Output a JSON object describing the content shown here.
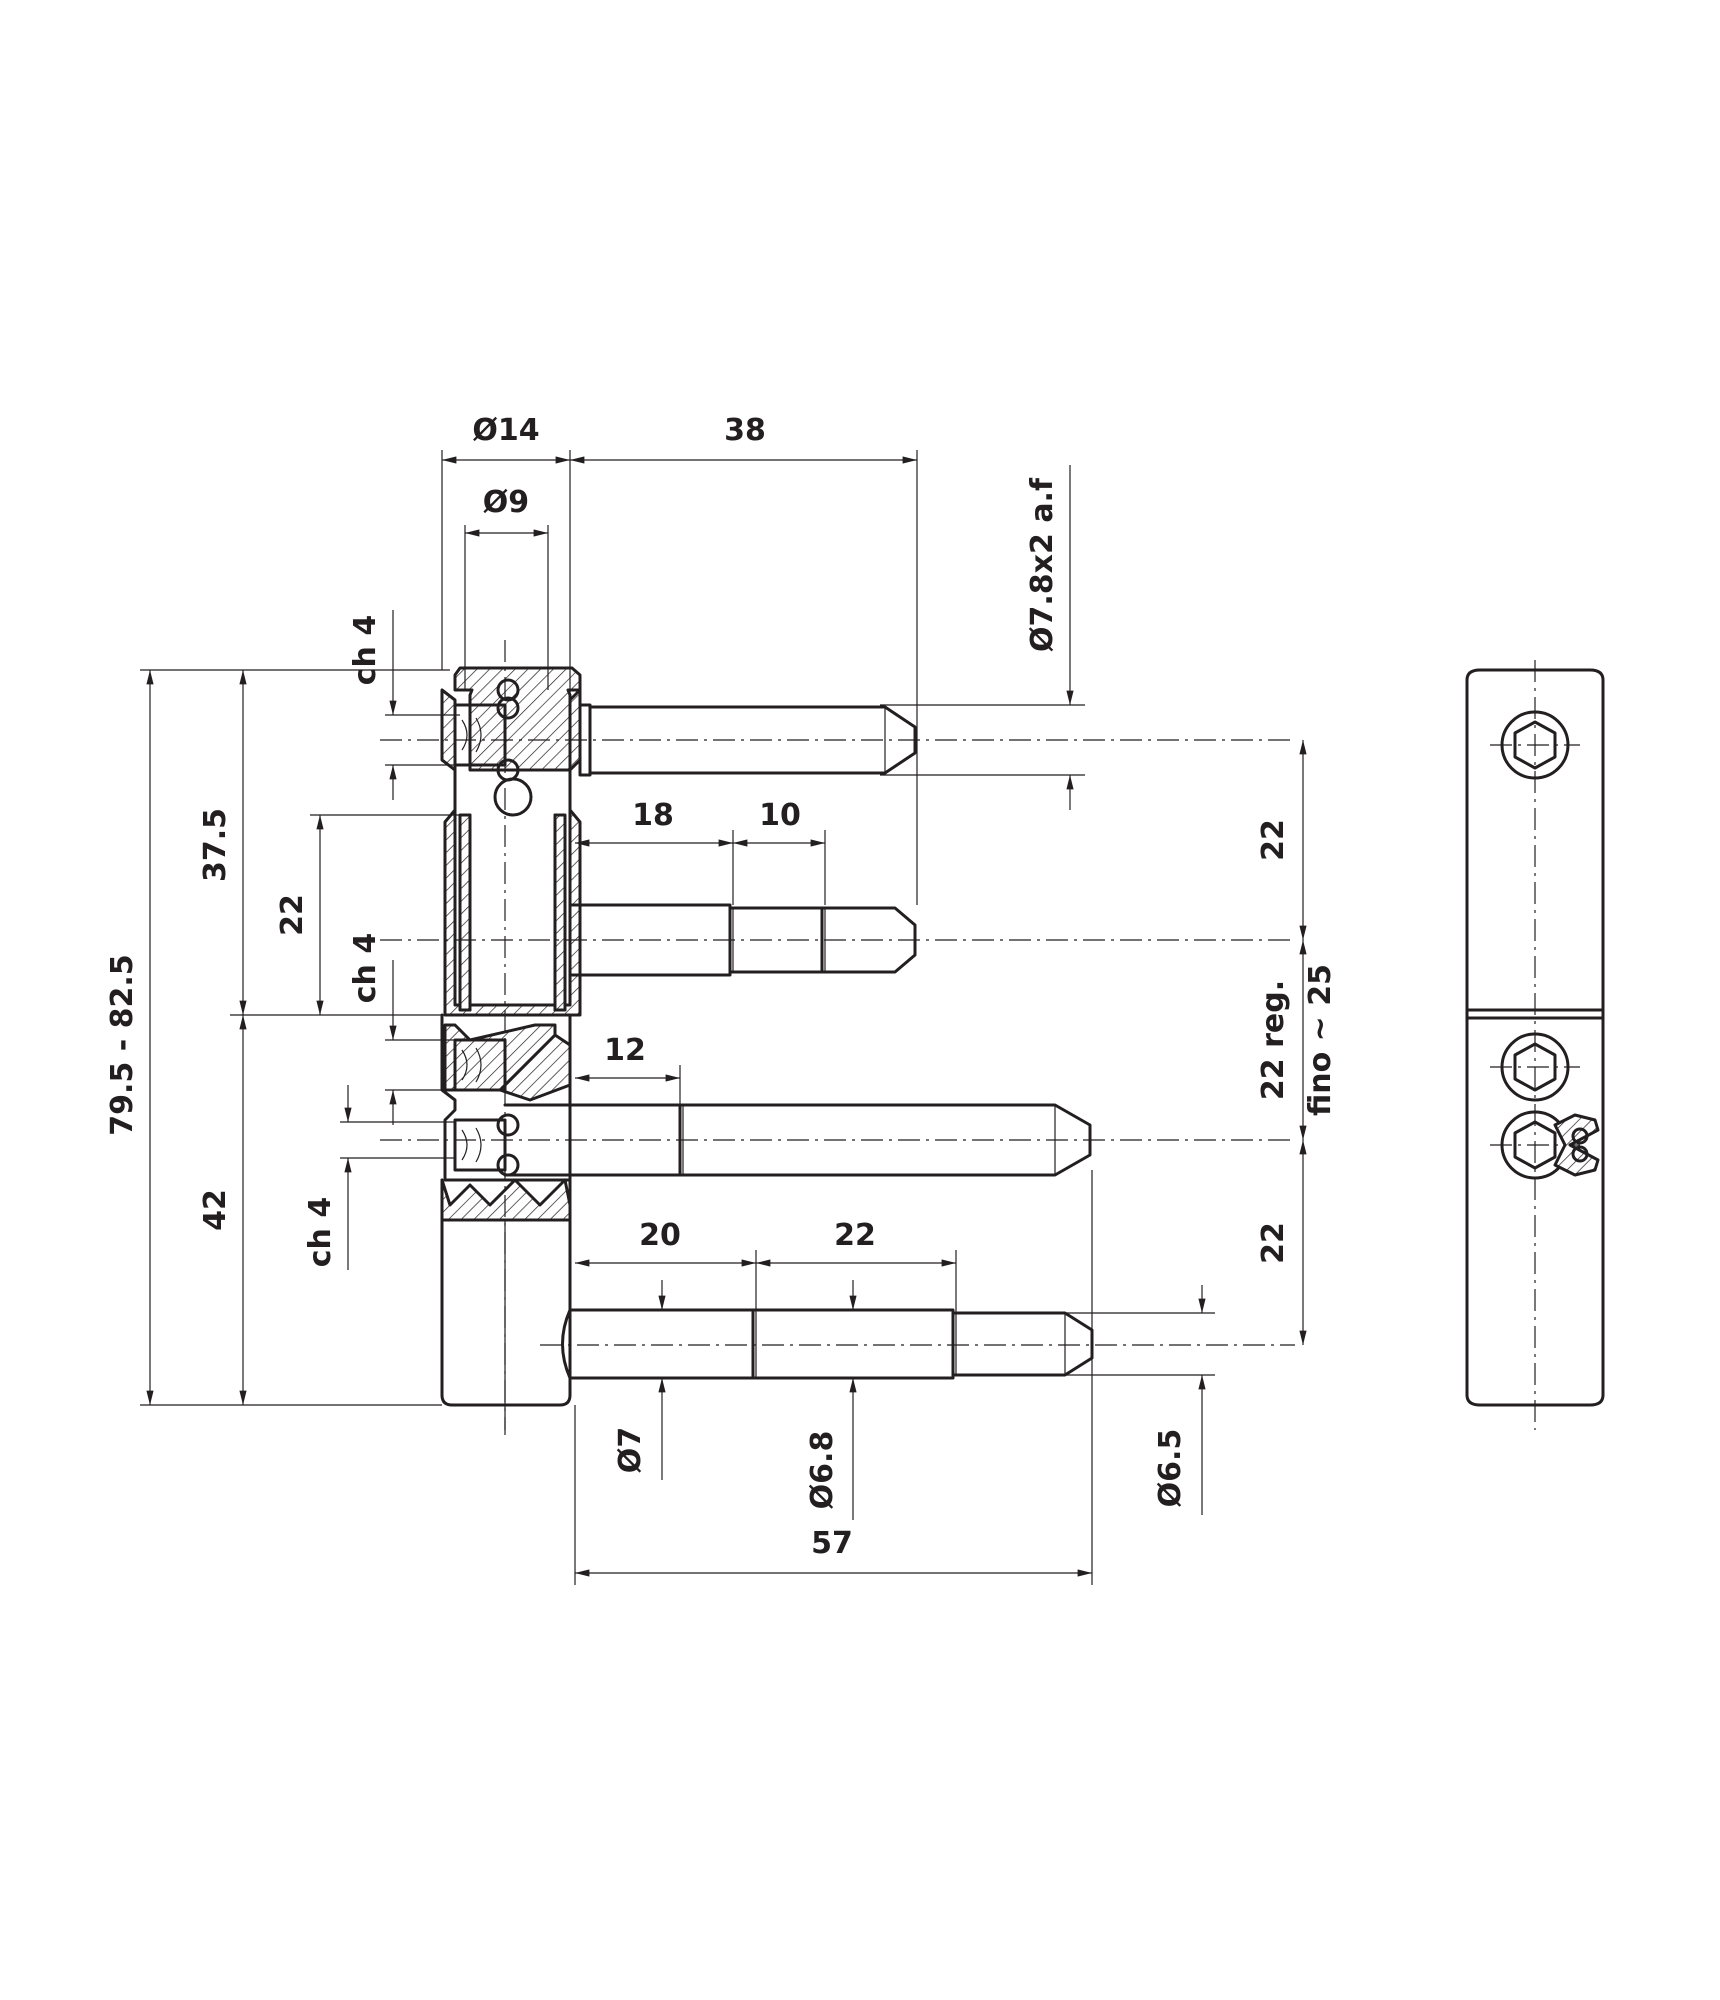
{
  "dimensions": {
    "d14": "Ø14",
    "len38": "38",
    "d9": "Ø9",
    "hex_af": "Ø7.8x2 a.f",
    "ch4_top": "ch 4",
    "ch4_mid": "ch 4",
    "ch4_bot": "ch 4",
    "len18": "18",
    "len10": "10",
    "len12": "12",
    "len20": "20",
    "len22_bottom": "22",
    "h37_5": "37.5",
    "h22_inner": "22",
    "h79_82": "79.5 - 82.5",
    "h42": "42",
    "r22_top": "22",
    "r22_reg": "22 reg.",
    "fino25": "fino ~ 25",
    "r22_bot": "22",
    "d7": "Ø7",
    "d6_8": "Ø6.8",
    "d6_5": "Ø6.5",
    "len57": "57"
  },
  "colors": {
    "ink": "#231f20",
    "paper": "#ffffff"
  },
  "icons": {
    "hex_socket": "hex-socket-icon",
    "ball_bearing": "ball-bearing-icon",
    "grub_screw": "grub-screw-icon"
  }
}
